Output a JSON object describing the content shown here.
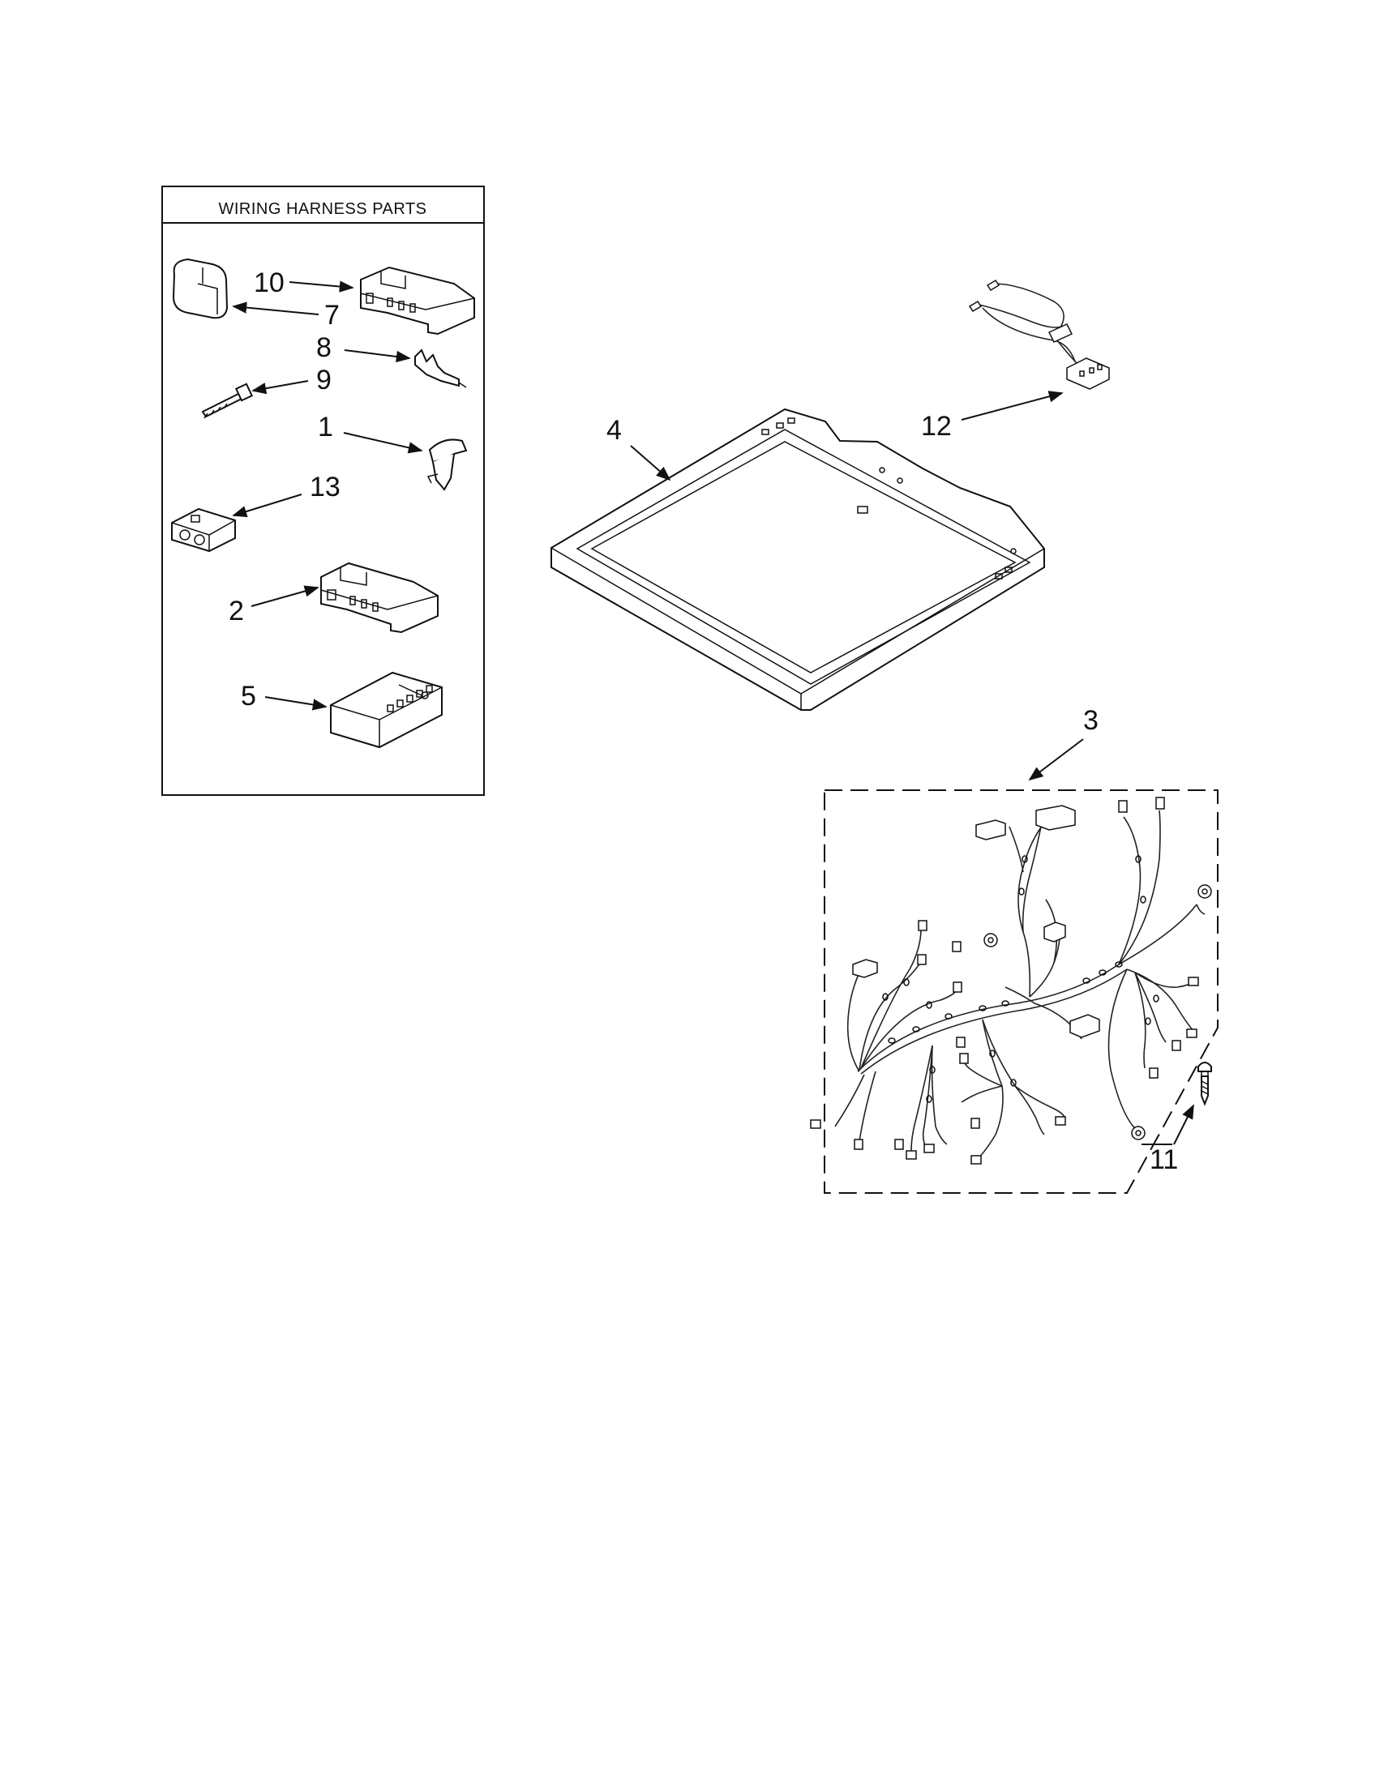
{
  "panel": {
    "title": "WIRING HARNESS PARTS"
  },
  "callouts": {
    "c1": "1",
    "c2": "2",
    "c3": "3",
    "c4": "4",
    "c5": "5",
    "c7": "7",
    "c8": "8",
    "c9": "9",
    "c10": "10",
    "c11": "11",
    "c12": "12",
    "c13": "13"
  }
}
